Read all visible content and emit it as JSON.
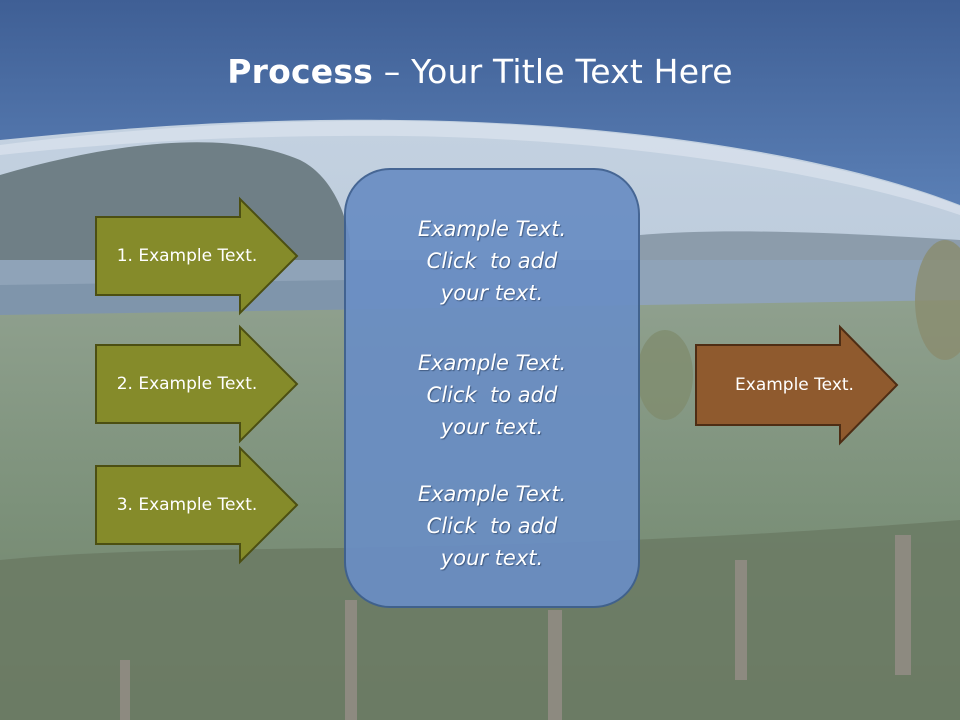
{
  "title": {
    "bold": "Process",
    "rest": " – Your Title Text Here"
  },
  "left_arrows": [
    {
      "label": "1. Example Text."
    },
    {
      "label": "2. Example Text."
    },
    {
      "label": "3. Example Text."
    }
  ],
  "center_box": {
    "paragraphs": [
      {
        "lines": [
          "Example Text.",
          "Click  to add",
          "your text."
        ]
      },
      {
        "lines": [
          "Example Text.",
          "Click  to add",
          "your text."
        ]
      },
      {
        "lines": [
          "Example Text.",
          "Click  to add",
          "your text."
        ]
      }
    ]
  },
  "right_arrow": {
    "label": "Example Text."
  },
  "colors": {
    "olive_arrow": "#858b2a",
    "olive_arrow_border": "#4c4f12",
    "brown_arrow": "#8f5a2e",
    "brown_arrow_border": "#4e2d14",
    "center_box": "#6a8ec4",
    "header_blue": "#4d6ea3"
  }
}
